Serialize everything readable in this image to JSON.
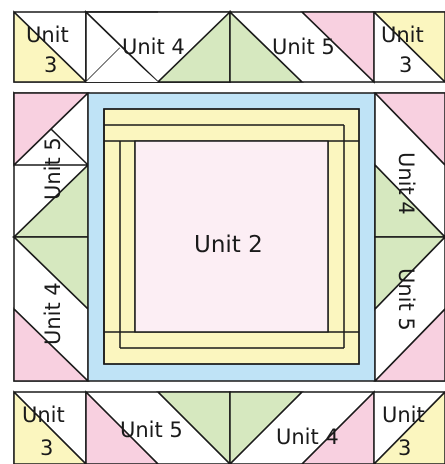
{
  "colors": {
    "pink": "#f8d0e0",
    "green": "#d6e8bf",
    "yellow": "#fbf6bf",
    "blue": "#bfe3f6",
    "center": "#fceef4",
    "white": "#ffffff",
    "stroke": "#1a1a1a"
  },
  "labels": {
    "top_left_unit3_line1": "Unit",
    "top_left_unit3_line2": "3",
    "top_unit4": "Unit 4",
    "top_unit5": "Unit 5",
    "top_right_unit3_line1": "Unit",
    "top_right_unit3_line2": "3",
    "left_unit5": "Unit 5",
    "left_unit4": "Unit 4",
    "center_unit2": "Unit 2",
    "right_unit4": "Unit 4",
    "right_unit5": "Unit 5",
    "bottom_left_unit3_line1": "Unit",
    "bottom_left_unit3_line2": "3",
    "bottom_unit5": "Unit 5",
    "bottom_unit4": "Unit 4",
    "bottom_right_unit3_line1": "Unit",
    "bottom_right_unit3_line2": "3"
  }
}
